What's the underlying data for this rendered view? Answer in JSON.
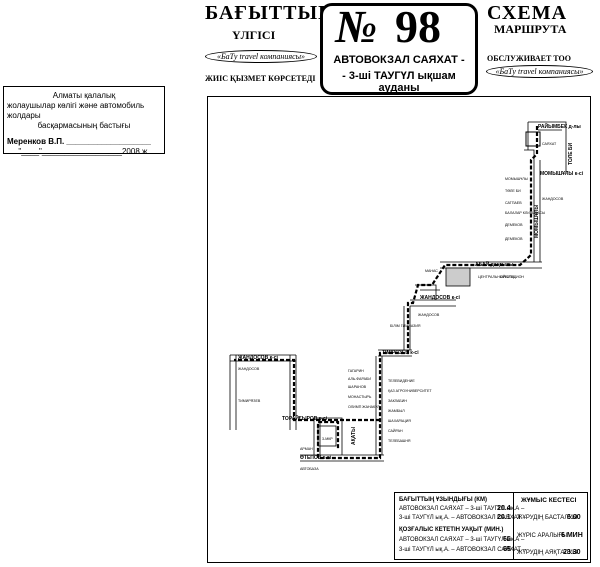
{
  "header": {
    "left_title": "БАҒЫТТЫҢ",
    "left_subtitle": "ҮЛГІСІ",
    "left_company": "«БаТу travel компаниясы»",
    "left_service": "ЖИІС ҚЫЗМЕТ КӨРСЕТЕДІ",
    "right_title": "СХЕМА",
    "right_subtitle": "МАРШРУТА",
    "right_service": "ОБСЛУЖИВАЕТ ТОО",
    "right_company": "«БаТу travel компаниясы»"
  },
  "route": {
    "number_sign": "№",
    "number": "98",
    "line1": "АВТОВОКЗАЛ САЯХАТ -",
    "line2": "- 3-ші ТАУГҮЛ ықшам ауданы"
  },
  "approval": {
    "line1": "Алматы қалалық",
    "line2": "жолаушылар көлігі және автомобиль жолдары",
    "line3": "басқармасының бастығы",
    "signer": "Меренков В.П. ___________________",
    "date": "\"____\"__________________2008 ж."
  },
  "map": {
    "streets": [
      "РАЙЫМБЕК д-лы",
      "МОМЫШҰЛЫ",
      "АБАЙ даңғылы",
      "ЖАНДОСОВ к-сі",
      "ТІМІРЯЗЕВ к-сі",
      "ЖАНДОСОВ к-сі",
      "ТОРАЙҒЫРОВ к-сі",
      "ӨТЕПОВ к-сі",
      "АҚАТЫ",
      "ТОЛЕ БИ",
      "МОМЫШҰЛЫ к-сі"
    ],
    "stops": [
      "САЯХАТ",
      "МОМЫШҰЛЫ",
      "ТӨЛЕ БИ",
      "ЖАНДОСОВ",
      "САТПАЕВ",
      "БАЛАЛАР КЛИНИКАСЫ",
      "ДЕМЕКОВ",
      "ДЕМЕКОВ",
      "МАНАС",
      "ЦЕНТРАЛЬНЫЙ СТАДИОН",
      "ОРБИТА",
      "ЖАНДОСОВ",
      "БІЛІМ ГИМНАЗИЯ",
      "ГАГАРИН",
      "АЛЬ-ФАРАБИ",
      "ШАРАНОВ",
      "ТЕЛЕВИДЕНИЕ",
      "ҚАЗ АГРОУНИВЕРСИТЕТ",
      "ЖАНДОСОВ",
      "ТИМИРЯЗЕВ",
      "ЗАКЛАБИН",
      "МОНАСТЫРЬ",
      "ОЛИМП ЖАНАКУЛ",
      "3-МКР",
      "АРМАН",
      "ЖАМБЫЛ",
      "ШАХАРАЦИЯ",
      "САЙРАН",
      "ТЕЛЕБАШНЯ",
      "АВТОБАЗА"
    ]
  },
  "info": {
    "length_title": "БАҒЫТТЫҢ ҰЗЫНДЫҒЫ (КМ)",
    "length_row1_label": "АВТОВОКЗАЛ САЯХАТ – 3-ші ТАУГҮЛ ық.А –",
    "length_row1_value": "20.4",
    "length_row2_label": "3-ші ТАУГҮЛ ық.А. – АВТОВОКЗАЛ САЯХАТ –",
    "length_row2_value": "20.1",
    "time_title": "ҚОЗҒАЛЫС КЕТЕТІН УАҚЫТ (МИН.)",
    "time_row1_label": "АВТОВОКЗАЛ САЯХАТ – 3-ші ТАУГҮЛ ық.А –",
    "time_row1_value": "65",
    "time_row2_label": "3-ші ТАУГҮЛ ық.А. – АВТОВОКЗАЛ САЯХАТ –",
    "time_row2_value": "65",
    "schedule_title": "ЖҰМЫС КЕСТЕСІ",
    "start_label": "ЖҮРУДІҢ БАСТАЛУЫ",
    "start_value": "6.00",
    "interval_label": "ЖҮРІС АРАЛЫҒЫ",
    "interval_value": "6 МИН",
    "end_label": "ЖҮРУДІҢ АЯҚТАЛУЫ",
    "end_value": "23.30"
  }
}
